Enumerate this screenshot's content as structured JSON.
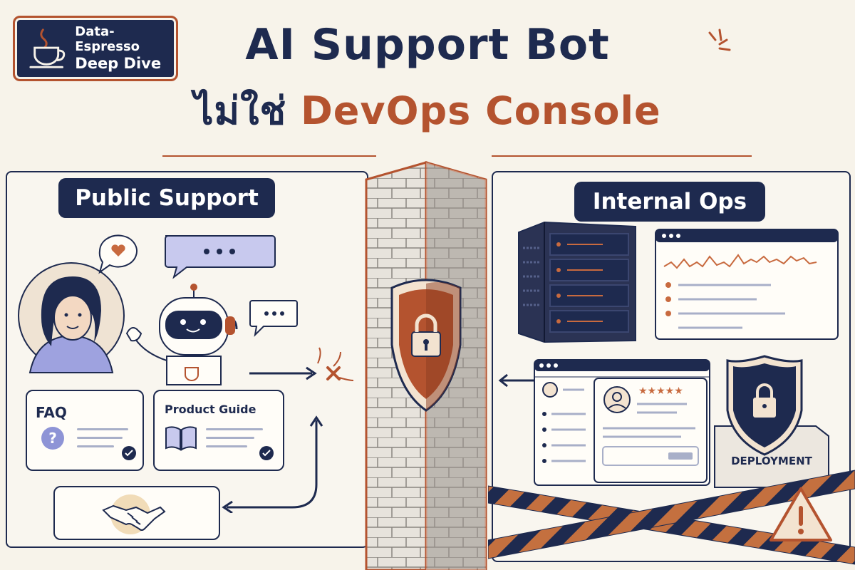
{
  "badge": {
    "line1": "Data-Espresso",
    "line2": "Deep Dive",
    "icon": "coffee-cup-icon"
  },
  "title": {
    "line1": "AI Support Bot",
    "line2_thai": "ไม่ใช่",
    "line2_accent": "DevOps Console"
  },
  "left_panel": {
    "heading": "Public Support",
    "cards": [
      {
        "title": "FAQ",
        "icon": "question-icon"
      },
      {
        "title": "Product Guide",
        "icon": "book-icon"
      }
    ],
    "handoff_icon": "handshake-icon",
    "user_icon": "user-avatar",
    "bot_icon": "robot-icon"
  },
  "right_panel": {
    "heading": "Internal Ops",
    "server_icon": "server-rack-icon",
    "dashboard_icon": "monitoring-dashboard-icon",
    "admin_icon": "admin-console-icon",
    "deploy_label": "DEPLOYMENT",
    "warning_icon": "warning-icon"
  },
  "divider": {
    "icon": "padlock-shield-icon"
  },
  "colors": {
    "navy": "#1e2a4f",
    "rust": "#b4532f",
    "paper": "#f7f3ea",
    "lavender": "#8e94d6"
  }
}
